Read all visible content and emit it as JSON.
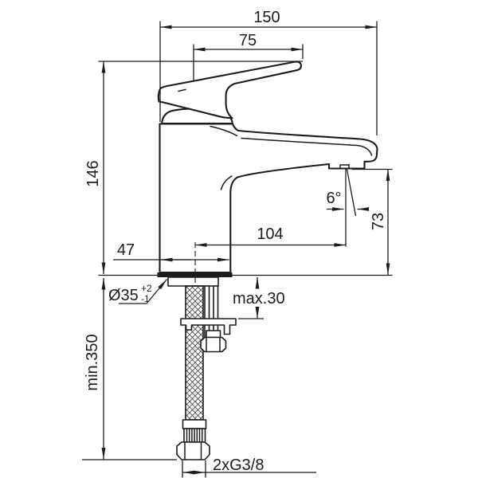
{
  "canvas": {
    "background": "#ffffff",
    "ink": "#1c1c1c"
  },
  "dimensions": {
    "overall_depth": "150",
    "handle_length": "75",
    "total_height": "146",
    "spout_reach": "104",
    "body_depth": "47",
    "spout_height": "73",
    "aerator_angle": "6°",
    "mounting_hole": "Ø35",
    "mounting_hole_tol_plus": "+2",
    "mounting_hole_tol_minus": "-1",
    "max_deck_thickness": "max.30",
    "min_clearance_below": "min.350",
    "supply_connection": "2xG3/8"
  }
}
